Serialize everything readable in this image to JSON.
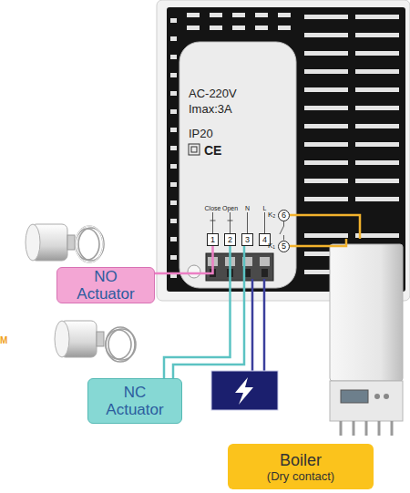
{
  "diagram": {
    "nodes": [
      {
        "text": [
          "6"
        ]
      },
      {
        "text": [
          "1"
        ]
      },
      {
        "text": [
          "2"
        ]
      },
      {
        "text": [
          "3"
        ]
      },
      {
        "text": [
          "4"
        ]
      },
      {
        "text": [
          "5"
        ]
      },
      {
        "text": [
          "NO Actuator"
        ]
      },
      {
        "text": [
          "NC Actuator"
        ]
      },
      {
        "text": [
          "Boiler",
          "(Dry contact)"
        ]
      }
    ],
    "edges": [
      {
        "from": 6,
        "to": 1,
        "arrow": "none"
      },
      {
        "from": 7,
        "to": 2,
        "arrow": "none"
      },
      {
        "from": 7,
        "to": 3,
        "arrow": "none"
      },
      {
        "from": 8,
        "to": 0,
        "arrow": "none"
      },
      {
        "from": 8,
        "to": 5,
        "arrow": "none"
      }
    ],
    "labels": [
      "AC-220V",
      "Imax:3A",
      "IP20",
      "CE",
      "Close",
      "Open",
      "N",
      "L",
      "K₂",
      "K₁",
      "M"
    ]
  }
}
